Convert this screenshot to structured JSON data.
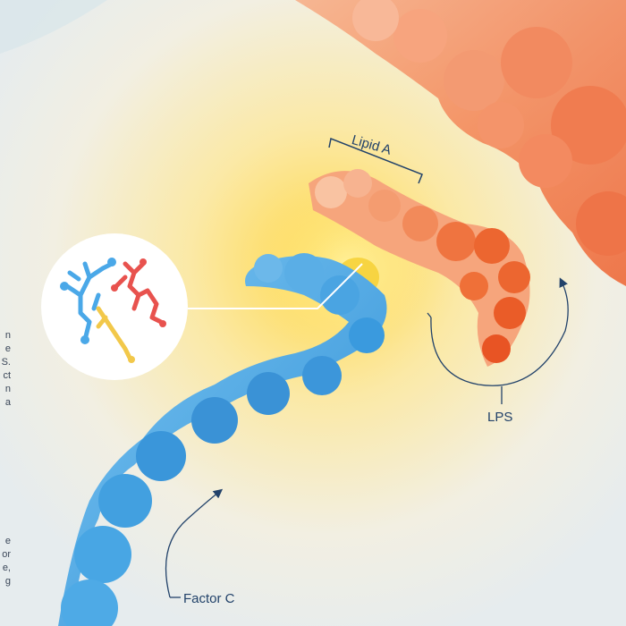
{
  "labels": {
    "lipid_a": "Lipid A",
    "lps": "LPS",
    "factor_c": "Factor C"
  },
  "side_text": {
    "block_a": [
      "n",
      "e",
      "S.",
      "ct",
      "n",
      "a"
    ],
    "block_b": [
      "e",
      "or",
      "e,",
      "g"
    ]
  },
  "colors": {
    "factor_c_protein": "#3a9ee0",
    "lps_molecule": "#f07a4a",
    "lipid_a_highlight": "#f6d23a",
    "label_text": "#22426a",
    "inset_blue": "#4aa8e8",
    "inset_red": "#e8524e",
    "inset_yellow": "#f2c84a"
  }
}
